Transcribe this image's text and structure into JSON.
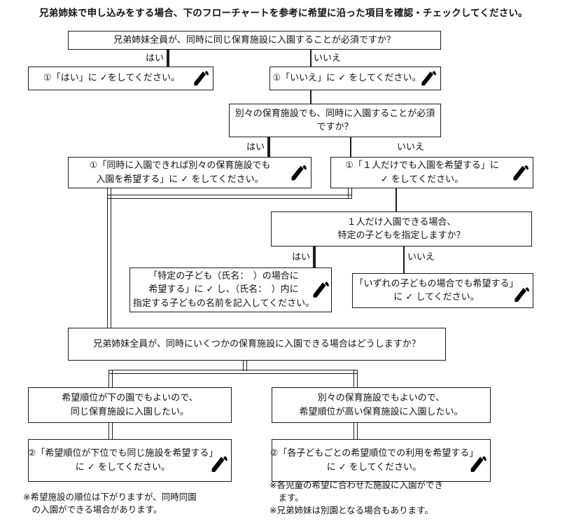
{
  "title": "兄弟姉妹で申し込みをする場合、下のフローチャートを参考に希望に沿った項目を確認・チェックしてください。",
  "branch_labels": {
    "yes": "はい",
    "no": "いいえ"
  },
  "icons": {
    "pencil": "✏",
    "check": "✓"
  },
  "nodes": {
    "q1": {
      "lines": [
        "兄弟姉妹全員が、同時に同じ保育施設に入園することが必須ですか？"
      ]
    },
    "ans_yes1": {
      "lines": [
        "①「はい」に ✓をしてください。"
      ]
    },
    "ans_no1": {
      "lines": [
        "①「いいえ」に ✓ をしてください。"
      ]
    },
    "q2": {
      "lines": [
        "別々の保育施設でも、同時に入園することが必須",
        "ですか？"
      ]
    },
    "ans_yes2": {
      "lines": [
        "①「同時に入園できれば別々の保育施設でも",
        "入園を希望する」に ✓ をしてください。"
      ]
    },
    "ans_no2": {
      "lines": [
        "①「１人だけでも入園を希望する」に",
        "✓ をしてください。"
      ]
    },
    "q3": {
      "lines": [
        "１人だけ入園できる場合、",
        "特定の子どもを指定しますか？"
      ]
    },
    "ans_specific": {
      "lines": [
        "「特定の子ども（氏名：　）の場合に",
        "希望する」に ✓ し、（氏名：　）内に",
        "指定する子どもの名前を記入してください。"
      ]
    },
    "ans_any": {
      "lines": [
        "「いずれの子どもの場合でも希望する」",
        "に ✓ してください。"
      ]
    },
    "q4": {
      "lines": [
        "兄弟姉妹全員が、同時にいくつかの保育施設に入園できる場合はどうしますか？"
      ]
    },
    "opt_same": {
      "lines": [
        "希望順位が下の園でもよいので、",
        "同じ保育施設に入園したい。"
      ]
    },
    "opt_diff": {
      "lines": [
        "別々の保育施設でもよいので、",
        "希望順位が高い保育施設に入園したい。"
      ]
    },
    "act_same": {
      "lines": [
        "②「希望順位が下位でも同じ施設を希望する」",
        "に ✓ をしてください。"
      ]
    },
    "act_diff": {
      "lines": [
        "②「各子どもごとの希望順位での利用を希望する」",
        "に ✓ をしてください。"
      ]
    }
  },
  "footnotes": {
    "left": {
      "lines": [
        "※希望施設の順位は下がりますが、同時同園",
        "　の入園ができる場合があります。"
      ]
    },
    "right": {
      "lines": [
        "※各児童の希望に合わせた施設に入園ができ",
        "　ます。",
        "※兄弟姉妹は別園となる場合もあります。"
      ]
    }
  }
}
